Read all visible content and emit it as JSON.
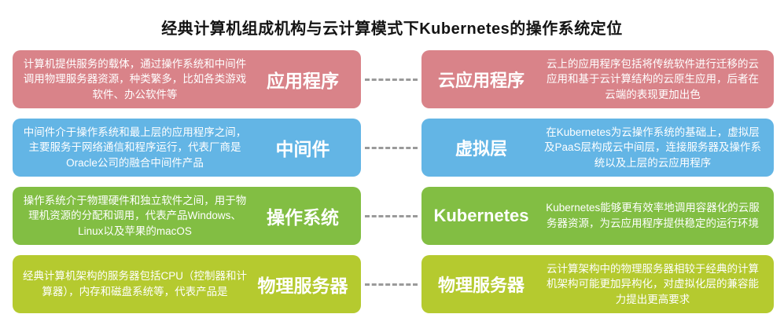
{
  "title": "经典计算机组成机构与云计算模式下Kubernetes的操作系统定位",
  "rows": [
    {
      "color": "#D98389",
      "left": {
        "desc": "计算机提供服务的载体，通过操作系统和中间件调用物理服务器资源，种类繁多，比如各类游戏软件、办公软件等",
        "label": "应用程序"
      },
      "right": {
        "label": "云应用程序",
        "desc": "云上的应用程序包括将传统软件进行迁移的云应用和基于云计算结构的云原生应用，后者在云端的表现更加出色"
      }
    },
    {
      "color": "#63B5E5",
      "left": {
        "desc": "中间件介于操作系统和最上层的应用程序之间，主要服务于网络通信和程序运行，代表厂商是Oracle公司的融合中间件产品",
        "label": "中间件"
      },
      "right": {
        "label": "虚拟层",
        "desc": "在Kubernetes为云操作系统的基础上，虚拟层及PaaS层构成云中间层，连接服务器及操作系统以及上层的云应用程序"
      }
    },
    {
      "color": "#82BE43",
      "left": {
        "desc": "操作系统介于物理硬件和独立软件之间，用于物理机资源的分配和调用，代表产品Windows、Linux以及苹果的macOS",
        "label": "操作系统"
      },
      "right": {
        "label": "Kubernetes",
        "desc": "Kubernetes能够更有效率地调用容器化的云服务器资源，为云应用程序提供稳定的运行环境"
      }
    },
    {
      "color": "#B5CA2F",
      "left": {
        "desc": "经典计算机架构的服务器包括CPU（控制器和计算器），内存和磁盘系统等，代表产品是",
        "label": "物理服务器"
      },
      "right": {
        "label": "物理服务器",
        "desc": "云计算架构中的物理服务器相较于经典的计算机架构可能更加异构化，对虚拟化层的兼容能力提出更高要求"
      }
    }
  ]
}
